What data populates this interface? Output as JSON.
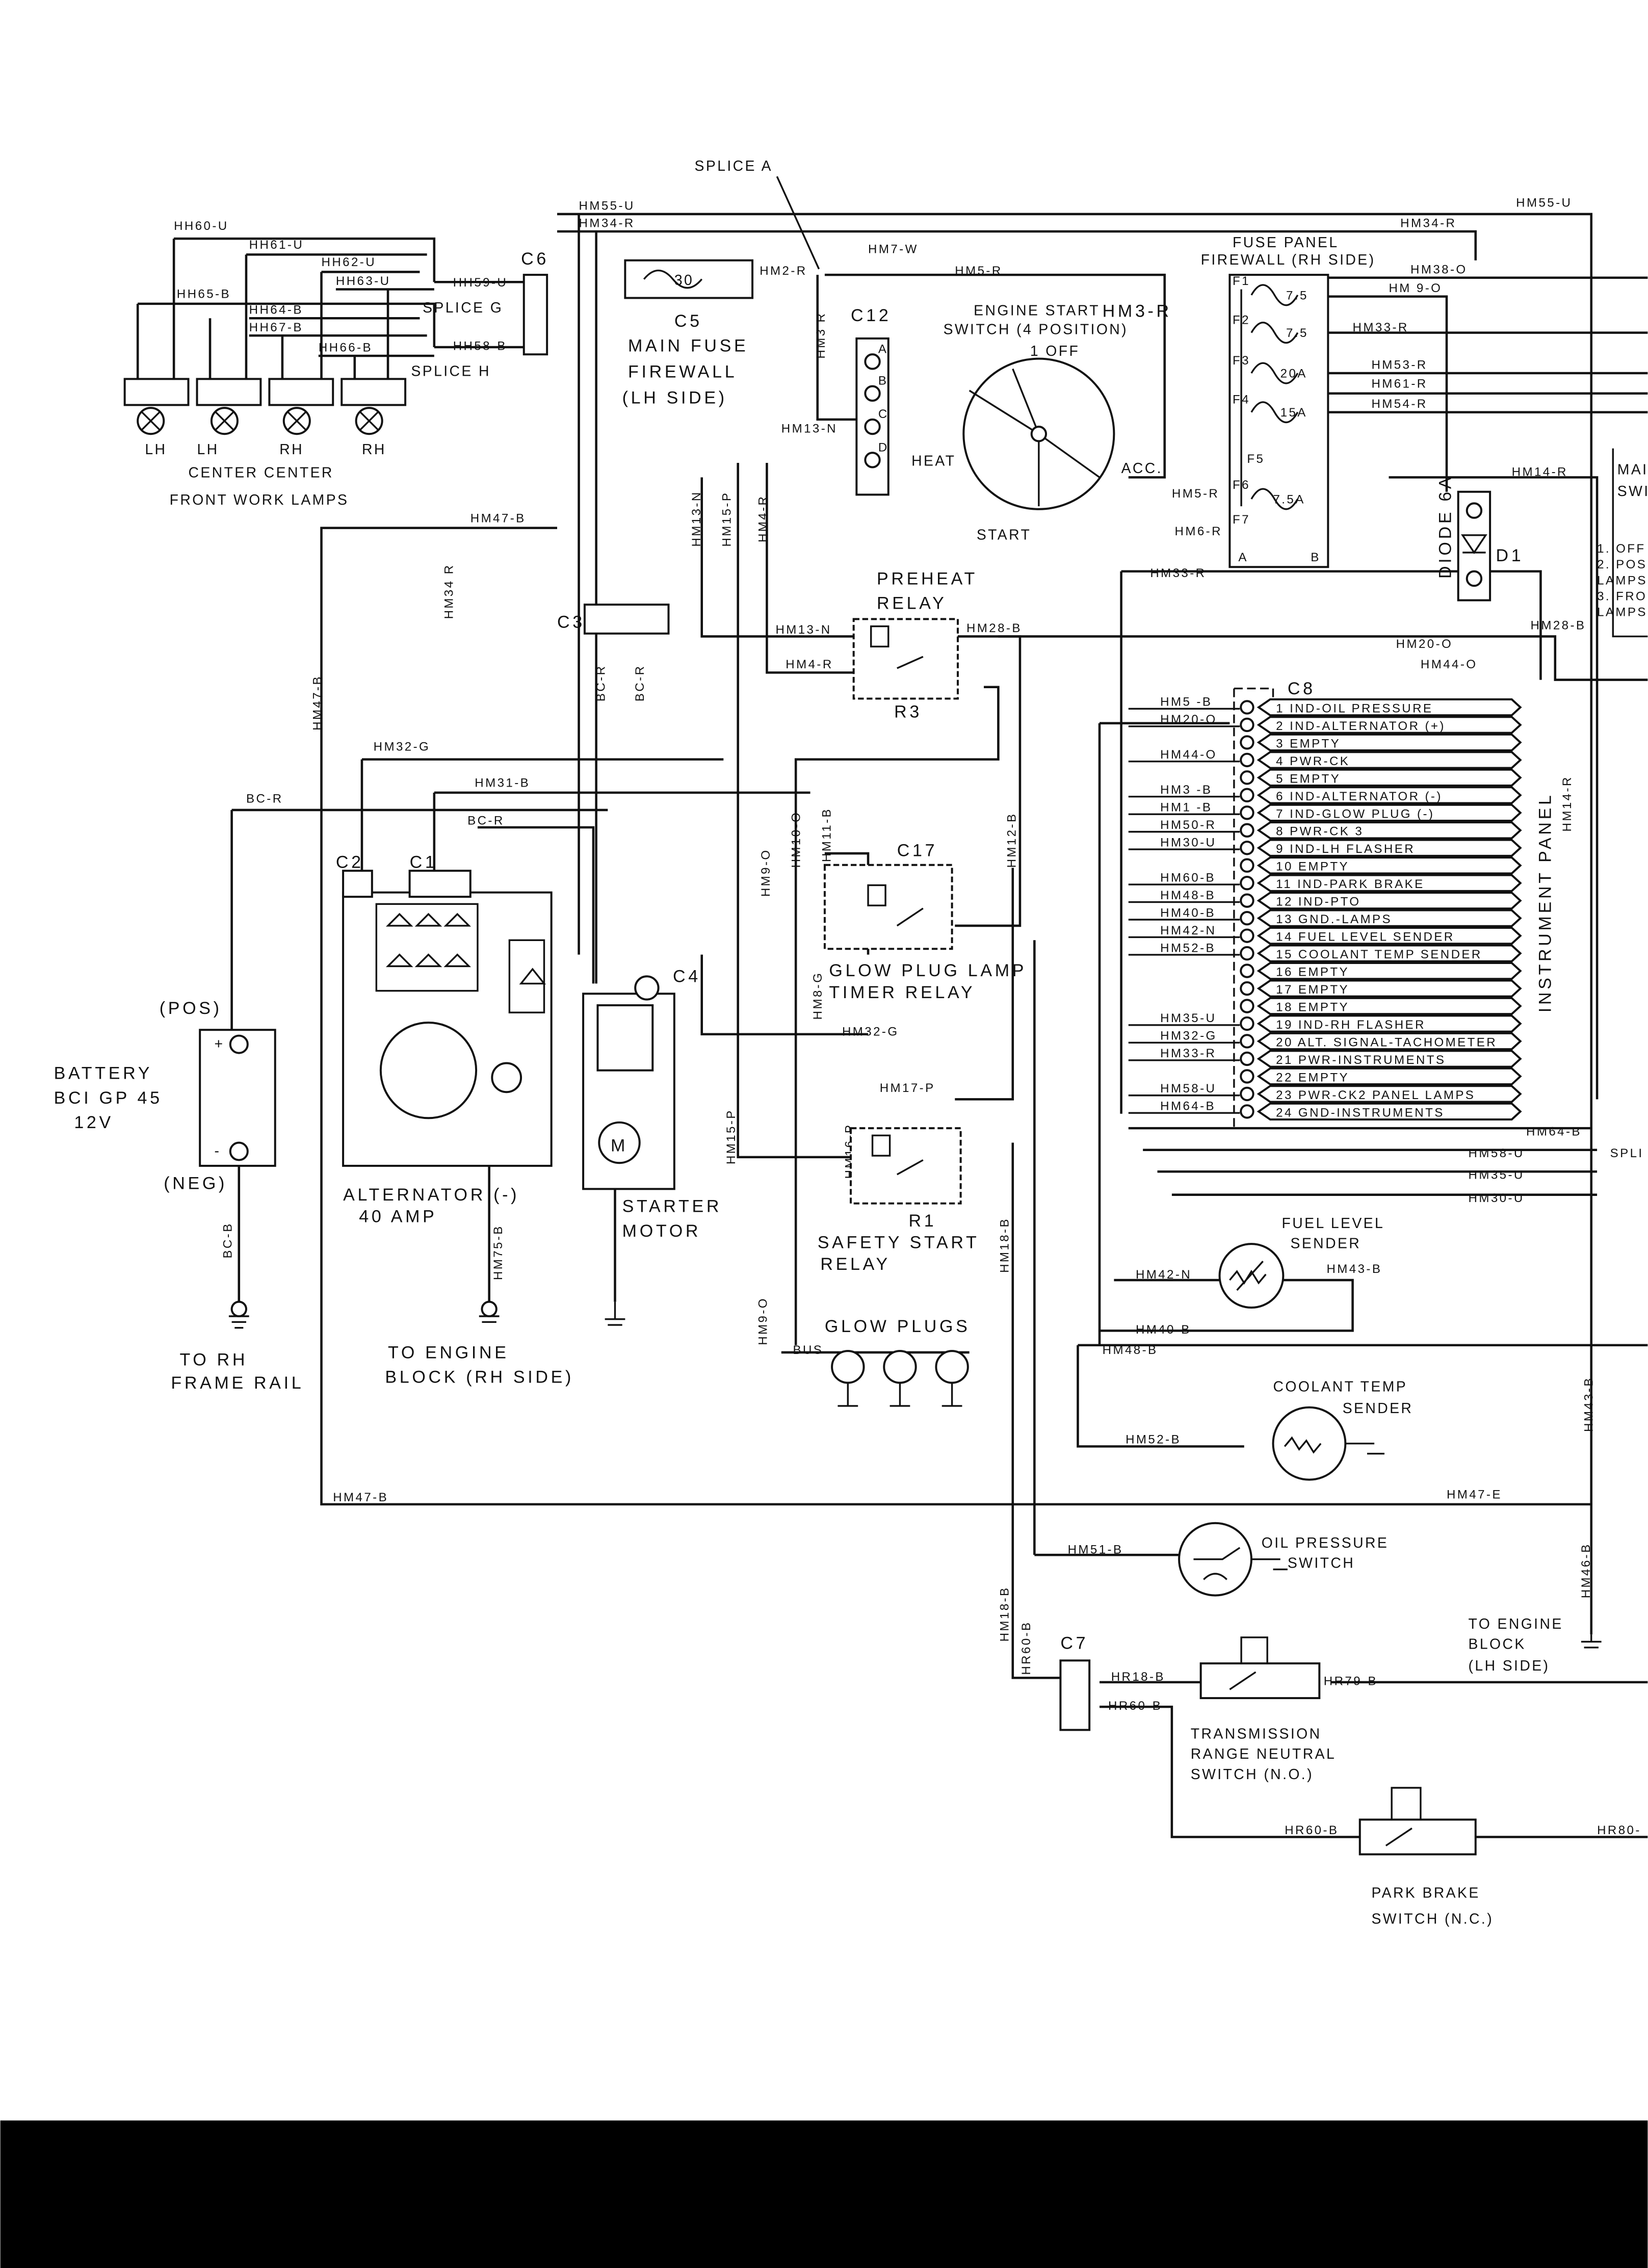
{
  "top": {
    "splice_a": "SPLICE A",
    "hm55_left": "HM55-U",
    "hm55_right": "HM55-U",
    "hm34_left": "HM34-R",
    "hm34_right": "HM34-R"
  },
  "lamps": {
    "wires": [
      "HH60-U",
      "HH61-U",
      "HH62-U",
      "HH63-U",
      "HH65-B",
      "HH64-B",
      "HH67-B",
      "HH66-B",
      "HH59-U",
      "HH58-B"
    ],
    "splice_g": "SPLICE G",
    "splice_h": "SPLICE H",
    "c6": "C6",
    "names": [
      "LH",
      "LH",
      "RH",
      "RH"
    ],
    "line2": "CENTER  CENTER",
    "line3": "FRONT WORK LAMPS"
  },
  "main_fuse": {
    "rating": "30",
    "c5": "C5",
    "l1": "MAIN FUSE",
    "l2": "FIREWALL",
    "l3": "(LH SIDE)",
    "hm2": "HM2-R",
    "hm7": "HM7-W",
    "hm5": "HM5-R"
  },
  "ignition": {
    "c12": "C12",
    "l1": "ENGINE START",
    "l2": "SWITCH (4 POSITION)",
    "hm3r": "HM3-R",
    "off": "1 OFF",
    "heat": "HEAT",
    "acc": "ACC.",
    "start": "START",
    "hm3v": "HM3 R",
    "hm13": "HM13-N",
    "pins": [
      "A",
      "B",
      "C",
      "D"
    ]
  },
  "verticals": {
    "hm13n": "HM13-N",
    "hm15p": "HM15-P",
    "hm4r": "HM4-R",
    "hm34r": "HM34 R",
    "hm47b": "HM47-B",
    "bcr1": "BC-R",
    "bcr2": "BC-R",
    "hm10": "HM10-O",
    "hm11": "HM11-B",
    "hm9": "HM9-O",
    "hm12": "HM12-B",
    "hm8": "HM8-G",
    "hm15p2": "HM15-P",
    "hm16": "HM16-P",
    "hm18": "HM18-B",
    "hm75": "HM75-B",
    "bcb": "BC-B",
    "hm9b": "HM9-O",
    "hm43": "HM43-B",
    "hm46": "HM46-B",
    "hm18b": "HM18-B",
    "hr60": "HR60-B",
    "hm14v": "HM14-R"
  },
  "fuse_panel": {
    "l1": "FUSE PANEL",
    "l2": "FIREWALL (RH SIDE)",
    "fuses": [
      "F1",
      "F2",
      "F3",
      "F4",
      "F5",
      "F6",
      "F7"
    ],
    "ratings": [
      "7.5",
      "7.5",
      "20A",
      "15A",
      "",
      "7.5A",
      ""
    ],
    "wires": [
      "HM38-O",
      "HM 9-O",
      "HM33-R",
      "HM53-R",
      "HM61-R",
      "HM54-R",
      "HM5-R",
      "HM6-R",
      "HM14-R",
      "HM33-R"
    ],
    "a": "A",
    "b": "B"
  },
  "diode": {
    "label": "DIODE 6A",
    "id": "D1"
  },
  "main_switch": {
    "l1": "MAI",
    "l2": "SWI",
    "opts": [
      "1. OFF",
      "2. POS",
      "LAMPS",
      "3. FRO",
      "LAMPS"
    ]
  },
  "hm47_top": "HM47-B",
  "preheat": {
    "l1": "PREHEAT",
    "l2": "RELAY",
    "id": "R3",
    "hm13": "HM13-N",
    "hm4": "HM4-R",
    "hm28": "HM28-B",
    "hm28r": "HM28-B",
    "hm20": "HM20-O",
    "hm44": "HM44-O"
  },
  "c3": "C3",
  "c8": {
    "title": "C8",
    "panel": "INSTRUMENT PANEL",
    "rows": [
      {
        "wire": "HM5 -B",
        "label": "1 IND-OIL PRESSURE"
      },
      {
        "wire": "HM20-O",
        "label": "2 IND-ALTERNATOR (+)"
      },
      {
        "wire": "",
        "label": "3 EMPTY"
      },
      {
        "wire": "HM44-O",
        "label": "4 PWR-CK"
      },
      {
        "wire": "",
        "label": "5 EMPTY"
      },
      {
        "wire": "HM3 -B",
        "label": "6 IND-ALTERNATOR (-)"
      },
      {
        "wire": "HM1 -B",
        "label": "7 IND-GLOW PLUG (-)"
      },
      {
        "wire": "HM50-R",
        "label": "8 PWR-CK 3"
      },
      {
        "wire": "HM30-U",
        "label": "9 IND-LH FLASHER"
      },
      {
        "wire": "",
        "label": "10 EMPTY"
      },
      {
        "wire": "HM60-B",
        "label": "11 IND-PARK BRAKE"
      },
      {
        "wire": "HM48-B",
        "label": "12 IND-PTO"
      },
      {
        "wire": "HM40-B",
        "label": "13 GND.-LAMPS"
      },
      {
        "wire": "HM42-N",
        "label": "14 FUEL LEVEL SENDER"
      },
      {
        "wire": "HM52-B",
        "label": "15 COOLANT TEMP SENDER"
      },
      {
        "wire": "",
        "label": "16 EMPTY"
      },
      {
        "wire": "",
        "label": "17 EMPTY"
      },
      {
        "wire": "",
        "label": "18 EMPTY"
      },
      {
        "wire": "HM35-U",
        "label": "19 IND-RH FLASHER"
      },
      {
        "wire": "HM32-G",
        "label": "20 ALT. SIGNAL-TACHOMETER"
      },
      {
        "wire": "HM33-R",
        "label": "21 PWR-INSTRUMENTS"
      },
      {
        "wire": "",
        "label": "22 EMPTY"
      },
      {
        "wire": "HM58-U",
        "label": "23 PWR-CK2 PANEL LAMPS"
      },
      {
        "wire": "HM64-B",
        "label": "24 GND-INSTRUMENTS"
      }
    ]
  },
  "alternator": {
    "hm32": "HM32-G",
    "hm31": "HM31-B",
    "bcr": "BC-R",
    "bcr2": "BC-R",
    "c2": "C2",
    "c1": "C1",
    "l1": "ALTERNATOR (-)",
    "l2": "40 AMP"
  },
  "glow_relay": {
    "c17": "C17",
    "l1": "GLOW PLUG LAMP",
    "l2": "TIMER RELAY"
  },
  "c4": "C4",
  "battery": {
    "pos": "(POS)",
    "neg": "(NEG)",
    "l1": "BATTERY",
    "l2": "BCI GP 45",
    "l3": "12V",
    "plus": "+",
    "minus": "-"
  },
  "safety": {
    "hm32": "HM32-G",
    "hm17": "HM17-P",
    "id": "R1",
    "l1": "SAFETY START",
    "l2": "RELAY"
  },
  "starter": {
    "l1": "STARTER",
    "l2": "MOTOR",
    "m": "M"
  },
  "right_wires": {
    "hm64": "HM64-B",
    "hm58": "HM58-U",
    "hm35": "HM35-U",
    "hm30": "HM30-U",
    "spli": "SPLI"
  },
  "fuel": {
    "l1": "FUEL LEVEL",
    "l2": "SENDER",
    "hm42": "HM42-N",
    "hm43": "HM43-B",
    "hm40": "HM40-B",
    "hm48": "HM48-B"
  },
  "glow_plugs": {
    "label": "GLOW PLUGS",
    "bus": "BUS"
  },
  "grounds": {
    "rail1": "TO RH",
    "rail2": "FRAME RAIL",
    "blk1": "TO ENGINE",
    "blk2": "BLOCK (RH SIDE)",
    "lh1": "TO ENGINE",
    "lh2": "BLOCK",
    "lh3": "(LH SIDE)"
  },
  "coolant": {
    "l1": "COOLANT TEMP",
    "l2": "SENDER",
    "hm52": "HM52-B"
  },
  "bottom": {
    "hm47e": "HM47-E",
    "hm47b": "HM47-B",
    "hm51": "HM51-B",
    "oil1": "OIL PRESSURE",
    "oil2": "SWITCH"
  },
  "trans": {
    "c7": "C7",
    "hr18": "HR18-B",
    "hr60": "HR60-B",
    "hr79": "HR79-B",
    "l1": "TRANSMISSION",
    "l2": "RANGE NEUTRAL",
    "l3": "SWITCH (N.O.)"
  },
  "park": {
    "hr60": "HR60-B",
    "hr80": "HR80-",
    "l1": "PARK BRAKE",
    "l2": "SWITCH (N.C.)"
  }
}
